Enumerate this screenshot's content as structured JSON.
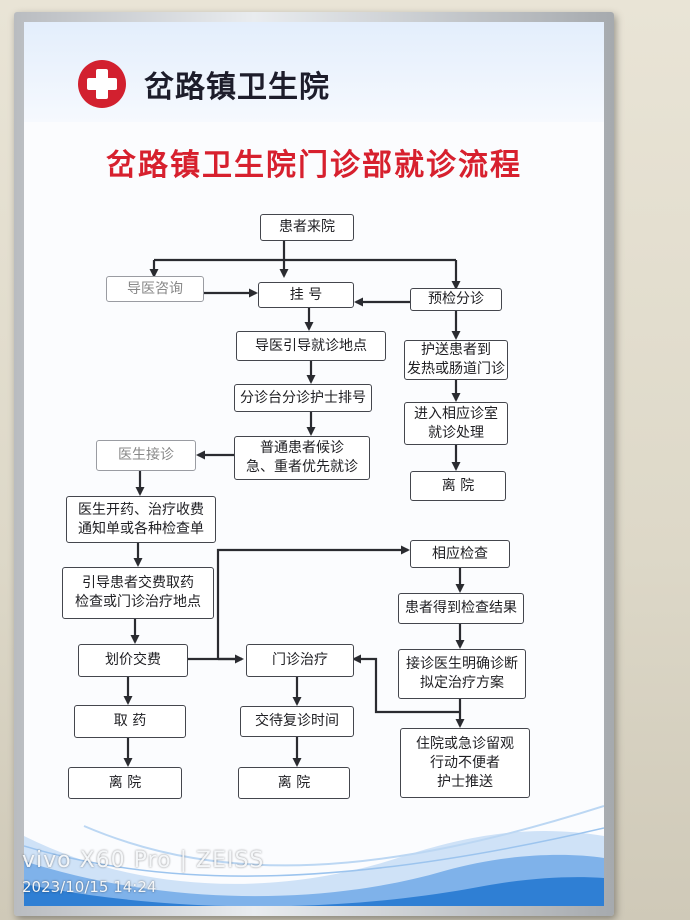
{
  "header": {
    "logo_text": "岔路镇卫生院"
  },
  "title": "岔路镇卫生院门诊部就诊流程",
  "boxes": {
    "b1": "患者来院",
    "b2": "导医咨询",
    "b3": "挂 号",
    "b4": "预检分诊",
    "b5": "导医引导就诊地点",
    "b6": "护送患者到\n发热或肠道门诊",
    "b7": "分诊台分诊护士排号",
    "b8": "进入相应诊室\n就诊处理",
    "b9": "医生接诊",
    "b10": "普通患者候诊\n急、重者优先就诊",
    "b11": "离 院",
    "b12": "医生开药、治疗收费\n通知单或各种检查单",
    "b13": "相应检查",
    "b14": "引导患者交费取药\n检查或门诊治疗地点",
    "b15": "患者得到检查结果",
    "b16": "划价交费",
    "b17": "门诊治疗",
    "b18": "接诊医生明确诊断\n拟定治疗方案",
    "b19": "取 药",
    "b20": "交待复诊时间",
    "b21": "住院或急诊留观\n行动不便者\n护士推送",
    "b22": "离 院",
    "b23": "离 院"
  },
  "watermark": {
    "brand": "vivo X60 Pro",
    "partner": "ZEISS",
    "datetime": "2023/10/15 14:24"
  },
  "colors": {
    "title_red": "#d7202e",
    "logo_red": "#d2202f",
    "wave_blue": "#2f7fd4"
  }
}
